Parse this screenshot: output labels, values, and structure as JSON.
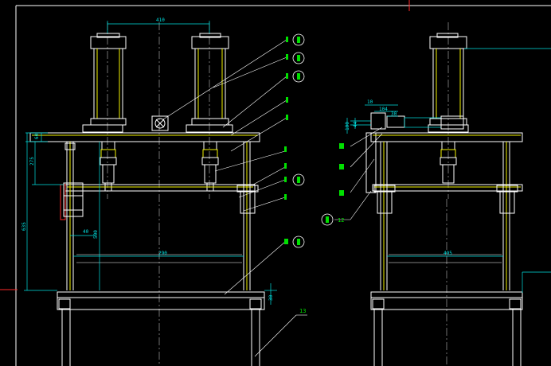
{
  "colors": {
    "background": "#000000",
    "outline": "#ffffff",
    "hidden_edges": "#f2f200",
    "dimensions": "#00e0e0",
    "balloon_fill": "#00e000",
    "cursor": "#ff2a2a"
  },
  "front_view": {
    "dimensions": {
      "cylinder_spacing": "410",
      "top_offset": "60",
      "column_height": "275",
      "overall_height": "635",
      "stroke": "500",
      "inner_width": "290",
      "fixture_offset": "40",
      "base_gap": "30"
    }
  },
  "side_view": {
    "dimensions": {
      "valve_a": "10",
      "valve_b": "104",
      "valve_c": "30",
      "inner_width": "495",
      "left_a": "100",
      "left_b": "44"
    },
    "balloon_12": "12"
  },
  "leader_label_13": "13"
}
